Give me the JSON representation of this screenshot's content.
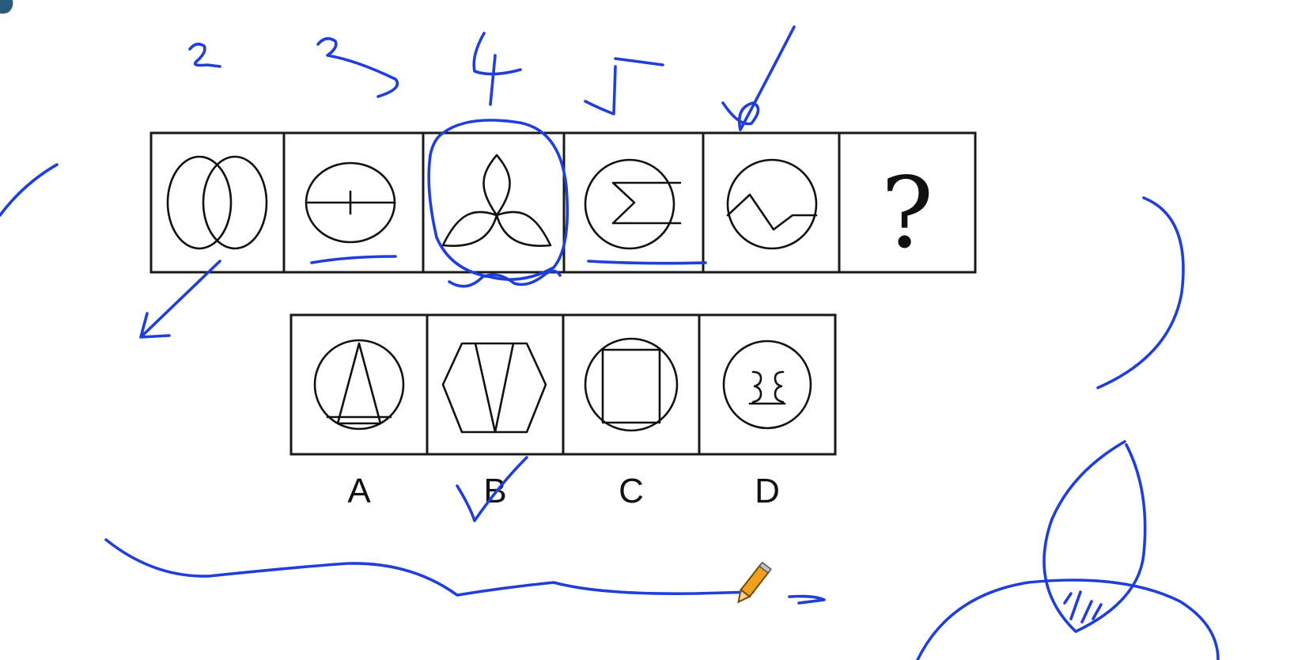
{
  "puzzle": {
    "question_mark": "?",
    "options": [
      {
        "label": "A"
      },
      {
        "label": "B"
      },
      {
        "label": "C"
      },
      {
        "label": "D"
      }
    ]
  },
  "annotations": {
    "handwritten_counts": [
      "2",
      "3",
      "4",
      "5",
      "6"
    ],
    "ink_color": "#1f3fd8"
  }
}
